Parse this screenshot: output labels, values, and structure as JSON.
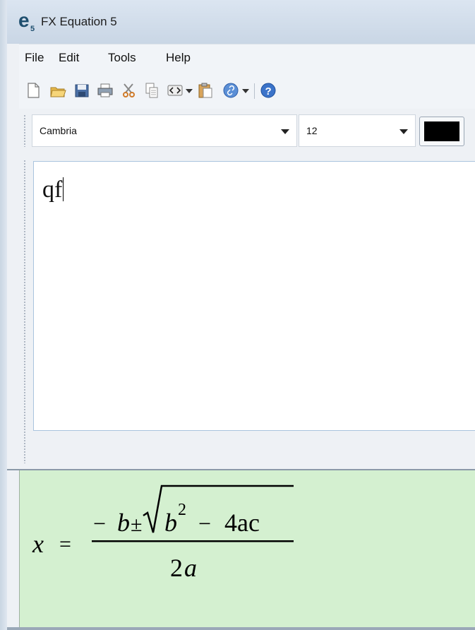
{
  "window": {
    "title": "FX Equation 5",
    "app_icon": "fx-equation-app-icon"
  },
  "menu": [
    "File",
    "Edit",
    "Tools",
    "Help"
  ],
  "toolbar": {
    "buttons": [
      "new-file-icon",
      "open-folder-icon",
      "save-icon",
      "print-icon",
      "cut-icon",
      "copy-icon",
      "code-icon",
      "paste-icon",
      "link-icon",
      "help-icon"
    ]
  },
  "format": {
    "font": "Cambria",
    "size": "12",
    "color": "#000000"
  },
  "editor": {
    "text": "qf"
  },
  "preview": {
    "formula": "x = (− b ± √(b² − 4ac)) / 2a",
    "lhs": "x",
    "equals": "=",
    "minus": "−",
    "b": "b",
    "plusminus": "±",
    "b2": "b",
    "exp": "2",
    "minus2": "−",
    "four_ac": "4ac",
    "two": "2",
    "a": "a",
    "background": "#d4f0d0"
  },
  "colors": {
    "accent": "#aac4de",
    "preview_bg": "#d4f0d0"
  }
}
